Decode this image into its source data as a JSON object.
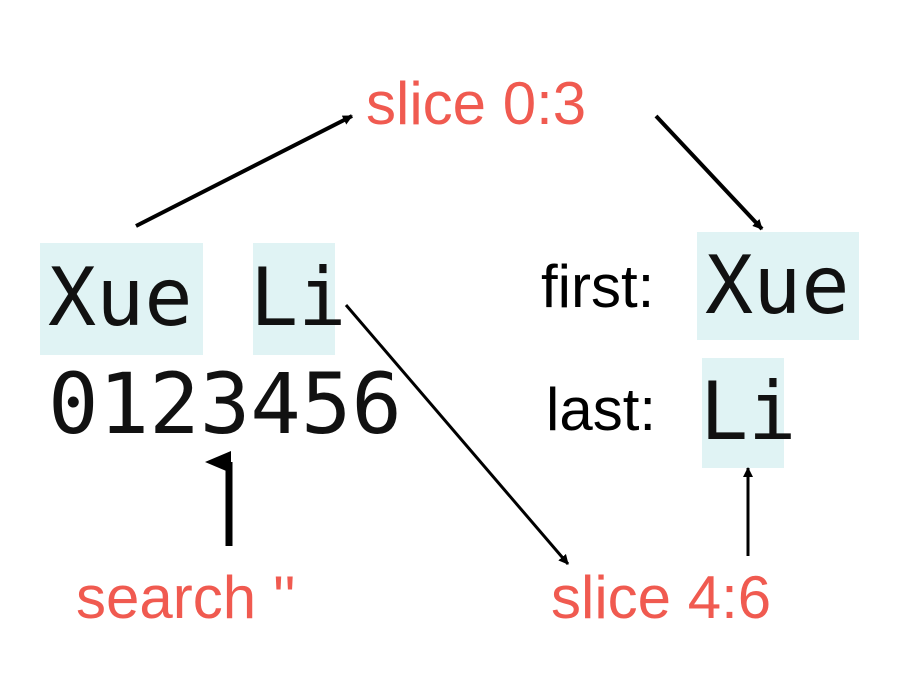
{
  "colors": {
    "highlight": "#e0f3f4",
    "operation_text": "#f05a50",
    "arrow": "#000000"
  },
  "source": {
    "first_name": "Xue",
    "last_name": "Li",
    "indices": "0123456"
  },
  "operations": {
    "slice_first": "slice 0:3",
    "slice_last": "slice 4:6",
    "search": "search ''"
  },
  "result": {
    "first_label": "first:",
    "first_value": "Xue",
    "last_label": "last:",
    "last_value": "Li"
  }
}
